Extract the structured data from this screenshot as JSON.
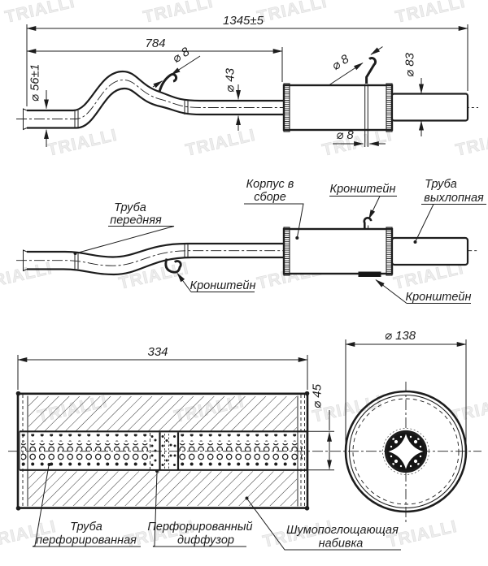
{
  "watermark": {
    "text": "TRIALLI"
  },
  "colors": {
    "line": "#1d1d1d",
    "watermark": "#ededed",
    "background": "#ffffff"
  },
  "dimensions": {
    "overall_length": "1345±5",
    "front_pipe_length": "784",
    "inlet_diameter": "⌀ 56±1",
    "mid_pipe_diameter": "⌀ 43",
    "front_hook_diameter": "⌀ 8",
    "top_hook_diameter": "⌀ 8",
    "rod_diameter": "⌀ 8",
    "tail_pipe_diameter": "⌀ 83",
    "body_length": "334",
    "perforated_pipe_diameter": "⌀ 45",
    "body_diameter": "⌀ 138"
  },
  "labels": {
    "front_pipe": {
      "line1": "Труба",
      "line2": "передняя"
    },
    "body_assembly": {
      "line1": "Корпус в",
      "line2": "сборе"
    },
    "bracket_top": "Кронштейн",
    "bracket_front": "Кронштейн",
    "bracket_bottom": "Кронштейн",
    "exhaust_pipe": {
      "line1": "Труба",
      "line2": "выхлопная"
    },
    "perforated_pipe": {
      "line1": "Труба",
      "line2": "перфорированная"
    },
    "diffuser": {
      "line1": "Перфорированный",
      "line2": "диффузор"
    },
    "stuffing": {
      "line1": "Шумопоглощающая",
      "line2": "набивка"
    }
  }
}
